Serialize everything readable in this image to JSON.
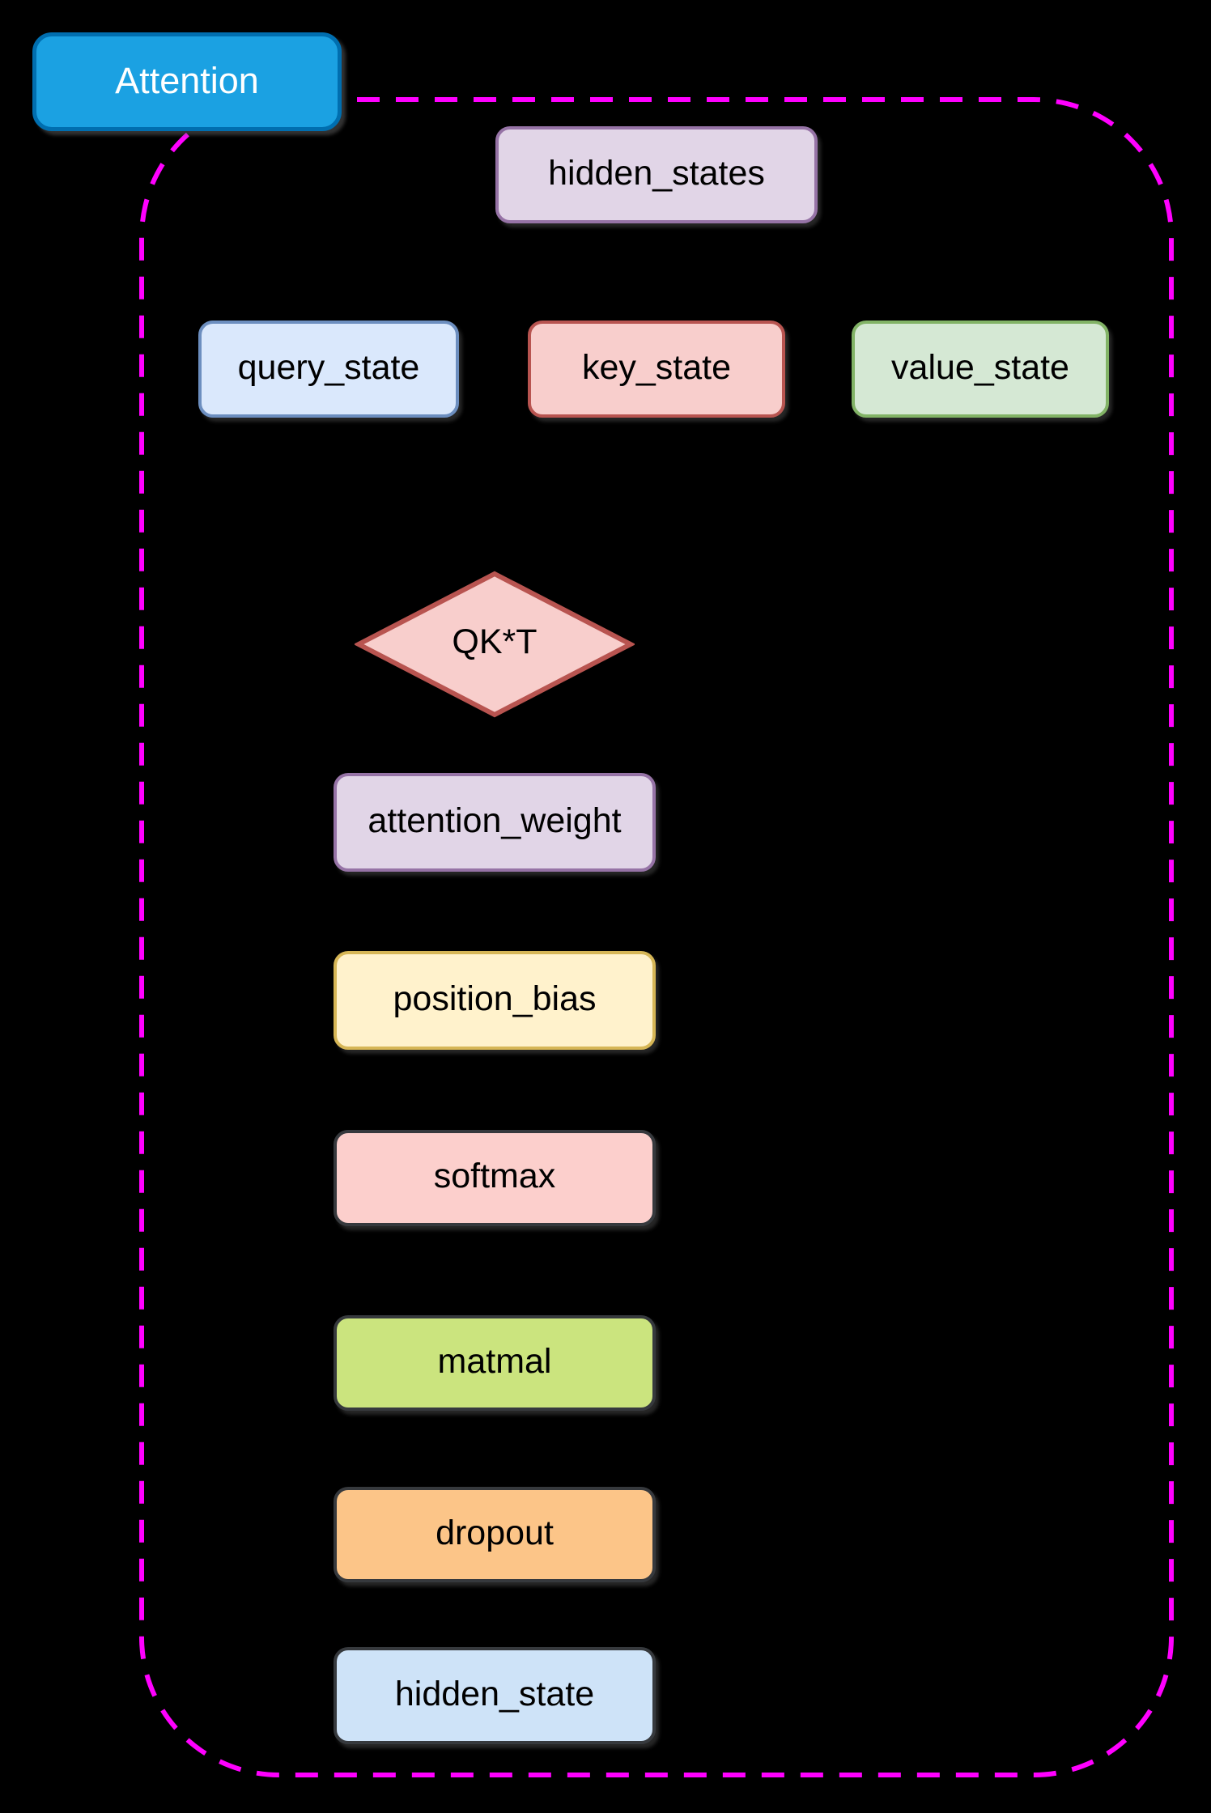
{
  "canvas": {
    "background": "#000000",
    "boundary_color": "#ff00ff"
  },
  "module": {
    "label": "Attention",
    "fill": "#1ba1e2",
    "stroke": "#006eaf",
    "text_color": "#ffffff"
  },
  "nodes": {
    "hidden_states": {
      "label": "hidden_states",
      "fill": "#e1d5e7",
      "stroke": "#9673a6"
    },
    "query_state": {
      "label": "query_state",
      "fill": "#dae8fc",
      "stroke": "#6c8ebf"
    },
    "key_state": {
      "label": "key_state",
      "fill": "#f8cecc",
      "stroke": "#b85450"
    },
    "value_state": {
      "label": "value_state",
      "fill": "#d5e8d4",
      "stroke": "#82b366"
    },
    "qkt": {
      "label": "QK*T",
      "fill": "#f8cecc",
      "stroke": "#b85450"
    },
    "attention_weight": {
      "label": "attention_weight",
      "fill": "#e1d5e7",
      "stroke": "#9673a6"
    },
    "position_bias": {
      "label": "position_bias",
      "fill": "#fff2cc",
      "stroke": "#d6b656"
    },
    "softmax": {
      "label": "softmax",
      "fill": "#fccfcc",
      "stroke": "#36393d"
    },
    "matmal": {
      "label": "matmal",
      "fill": "#cbe47e",
      "stroke": "#36393d"
    },
    "dropout": {
      "label": "dropout",
      "fill": "#fcc588",
      "stroke": "#36393d"
    },
    "hidden_state": {
      "label": "hidden_state",
      "fill": "#cee3f8",
      "stroke": "#36393d"
    }
  }
}
